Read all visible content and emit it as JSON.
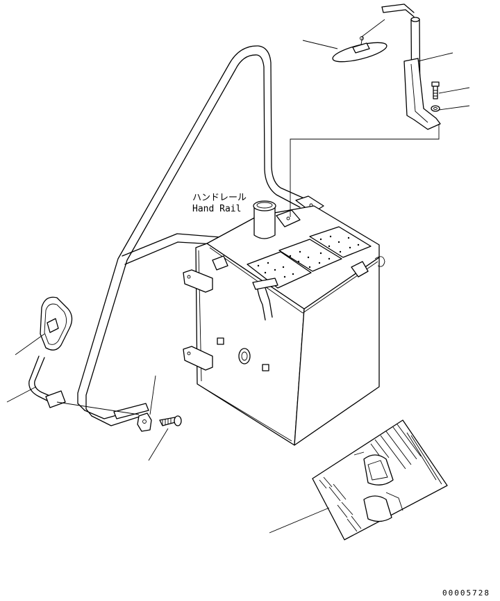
{
  "labels": {
    "handrail_jp": "ハンドレール",
    "handrail_en": "Hand Rail"
  },
  "drawing_number": "00005728",
  "colors": {
    "ink": "#000000",
    "paper": "#ffffff"
  }
}
